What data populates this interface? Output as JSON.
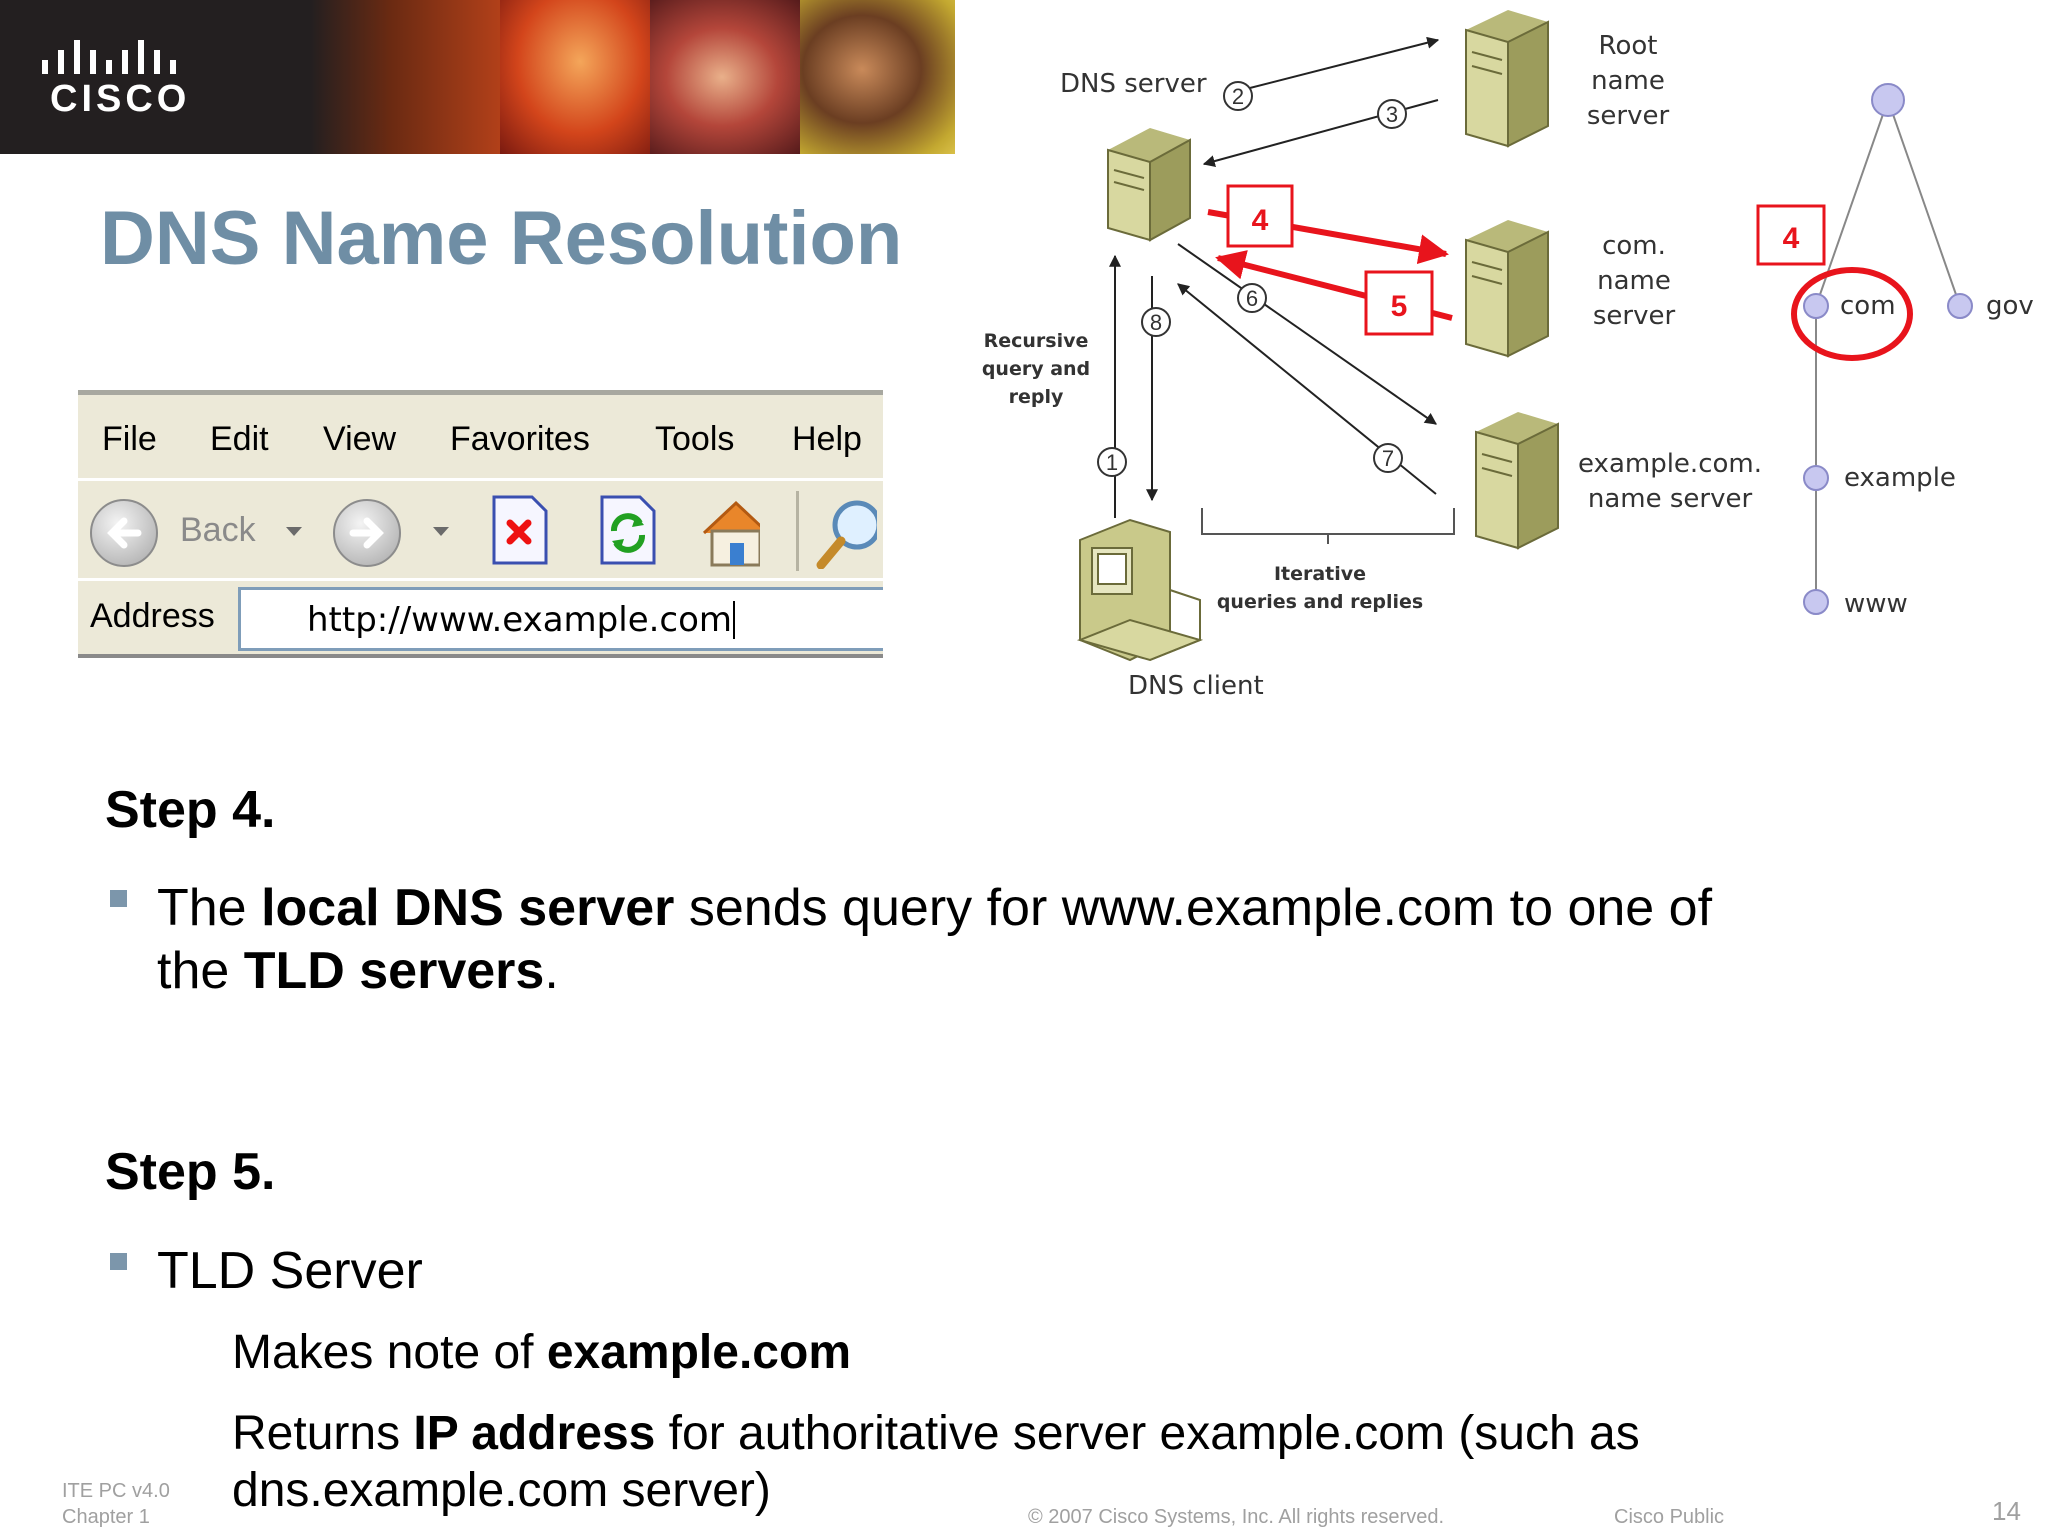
{
  "header": {
    "logo_text": "CISCO"
  },
  "title": "DNS Name Resolution",
  "browser": {
    "menu": [
      "File",
      "Edit",
      "View",
      "Favorites",
      "Tools",
      "Help"
    ],
    "toolbar": {
      "back_label": "Back"
    },
    "address_label": "Address",
    "address_value": "http://www.example.com"
  },
  "diagram": {
    "dns_server": "DNS server",
    "dns_client": "DNS client",
    "root_server": [
      "Root",
      "name",
      "server"
    ],
    "com_server": [
      "com.",
      "name",
      "server"
    ],
    "example_server": [
      "example.com.",
      "name server"
    ],
    "recursive_label": [
      "Recursive",
      "query and",
      "reply"
    ],
    "iterative_label": [
      "Iterative",
      "queries and replies"
    ],
    "circled_numbers": [
      "1",
      "2",
      "3",
      "6",
      "7",
      "8"
    ],
    "highlight_left_a": "4",
    "highlight_left_b": "5",
    "highlight_tree": "4",
    "tree": {
      "com": "com",
      "gov": "gov",
      "example": "example",
      "www": "www"
    },
    "colors": {
      "highlight": "#e8141c",
      "server_body": "#c9c98a",
      "node": "#c8c8f0"
    }
  },
  "step4": {
    "heading": "Step 4.",
    "text": {
      "p1": "The ",
      "b1": "local DNS server",
      "p2": " sends query for www.example.com to one of",
      "p3": "the ",
      "b2": "TLD servers",
      "p4": "."
    }
  },
  "step5": {
    "heading": "Step 5.",
    "bullet": "TLD Server",
    "line1": {
      "p1": "Makes note of ",
      "b1": "example.com"
    },
    "line2": {
      "p1": "Returns ",
      "b1": "IP address",
      "p2": " for authoritative server example.com (such as",
      "p3": "dns.example.com server)"
    }
  },
  "footer": {
    "version": "ITE PC v4.0",
    "chapter": "Chapter 1",
    "copyright": "© 2007 Cisco Systems, Inc. All rights reserved.",
    "classification": "Cisco Public",
    "page": "14"
  }
}
